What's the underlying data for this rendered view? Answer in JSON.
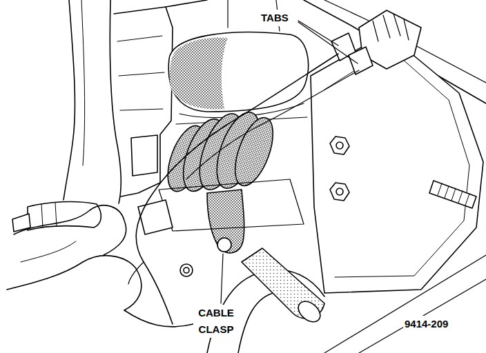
{
  "diagram": {
    "labels": [
      "TABS",
      "CABLE CLASP",
      "9414-209"
    ]
  }
}
